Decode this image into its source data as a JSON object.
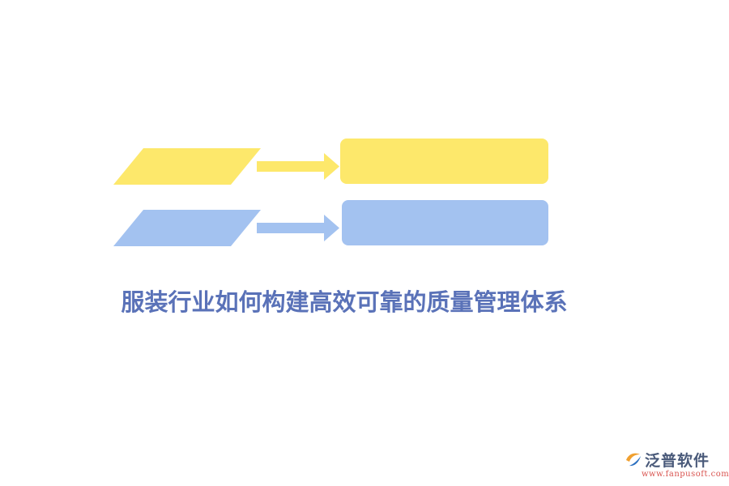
{
  "diagram": {
    "title": "服装行业如何构建高效可靠的质量管理体系",
    "rows": [
      {
        "id": "row-1",
        "color": "#fde86b"
      },
      {
        "id": "row-2",
        "color": "#a3c2f0"
      }
    ]
  },
  "logo": {
    "name": "泛普软件",
    "url": "www.fanpusoft.com",
    "name_color": "#4a5a7a",
    "url_color": "#d9534f",
    "mark_colors": [
      "#f0a030",
      "#2a6fc0"
    ]
  },
  "colors": {
    "title": "#5a72b8",
    "background": "#ffffff"
  }
}
